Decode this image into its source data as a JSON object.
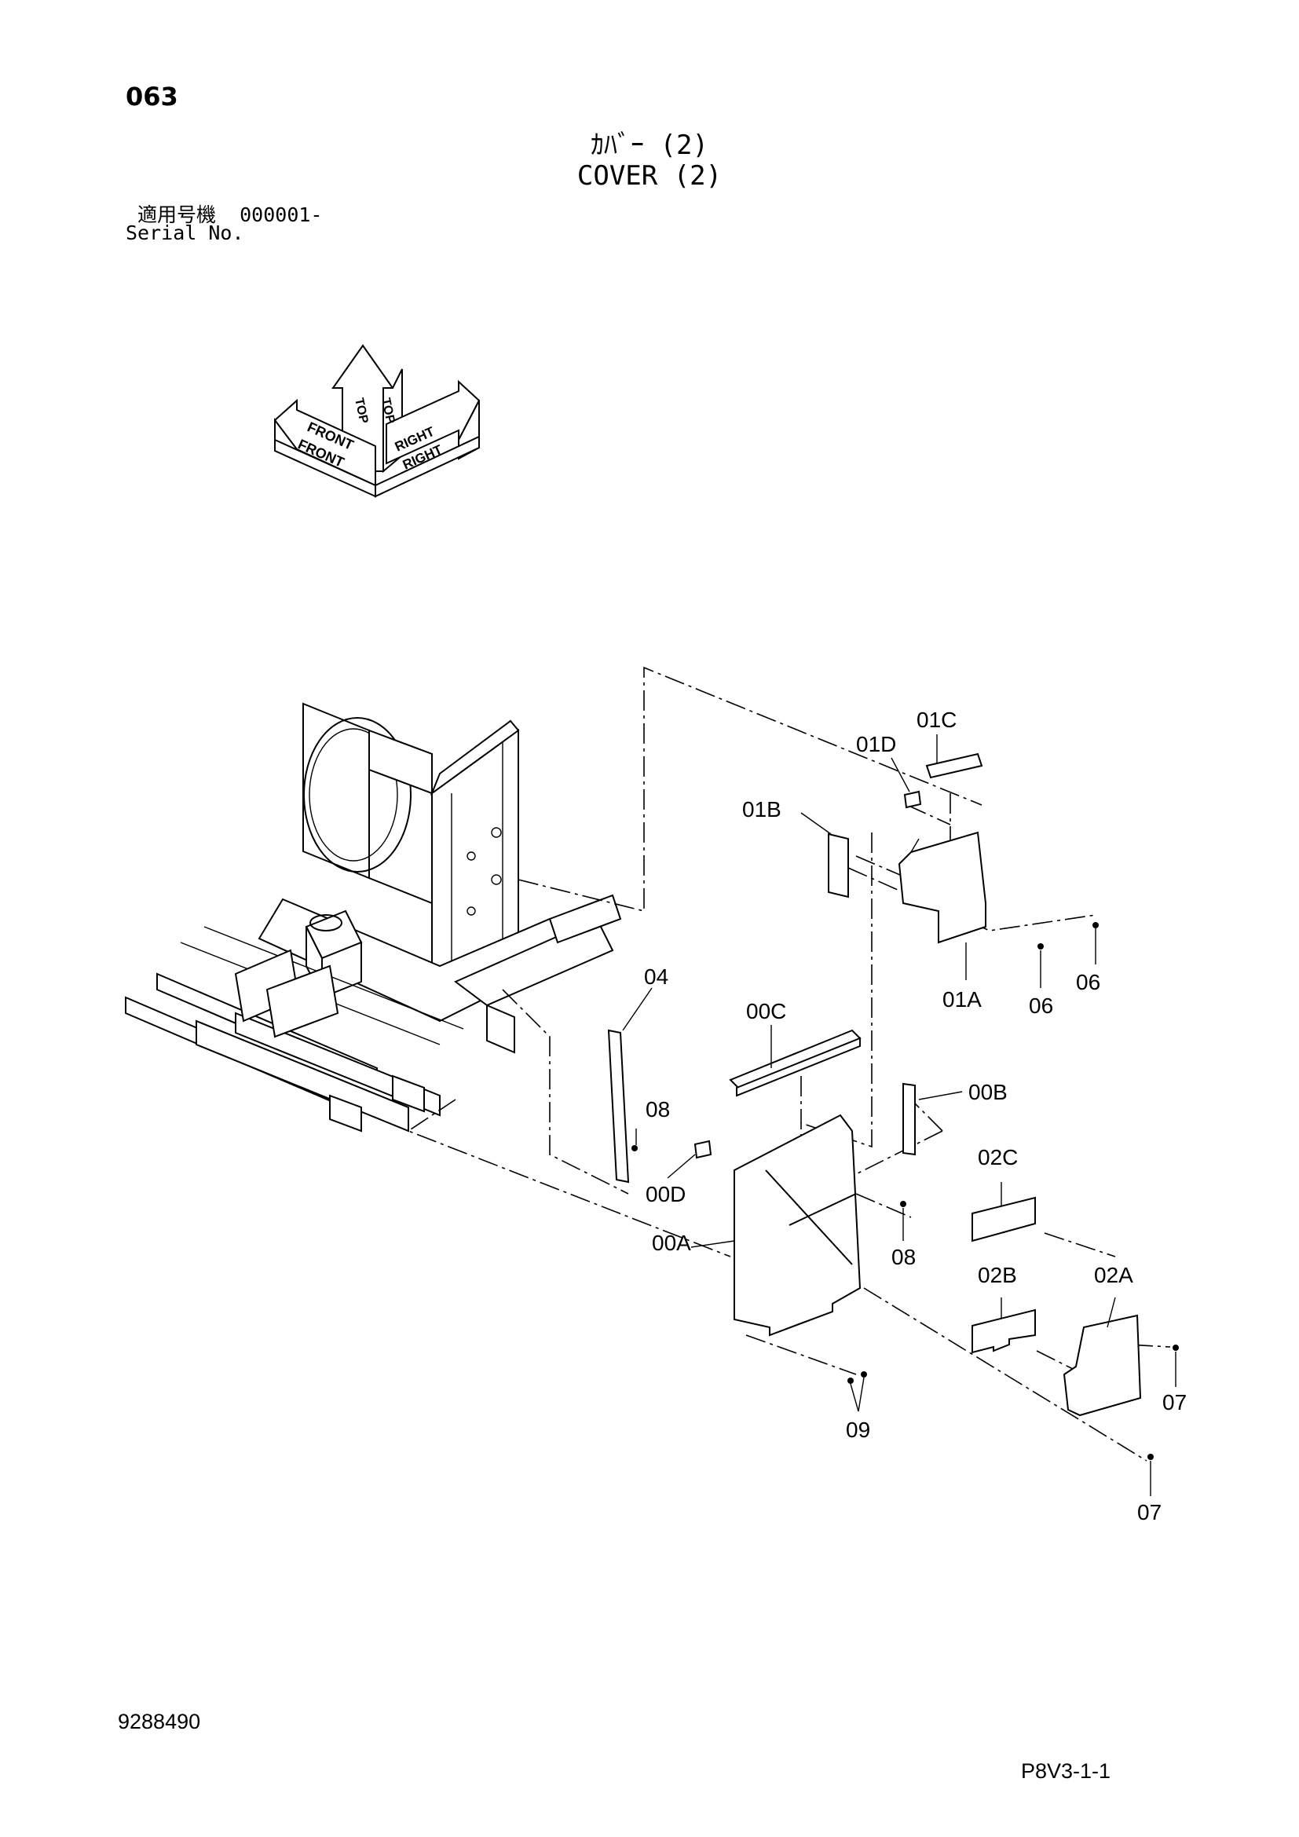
{
  "header": {
    "page_number": "063",
    "title_jp": "ｶﾊﾞｰ (2)",
    "title_en": "COVER (2)",
    "serial_label_jp": "適用号機",
    "serial_value": "000001-",
    "serial_label_en": "Serial No."
  },
  "orientation": {
    "front_top": "FRONT",
    "front_side": "FRONT",
    "top_a": "TOP",
    "top_b": "TOP",
    "right_top": "RIGHT",
    "right_side": "RIGHT"
  },
  "callouts": {
    "c01C": "01C",
    "c01D": "01D",
    "c01B": "01B",
    "c01A": "01A",
    "c06a": "06",
    "c06b": "06",
    "c04": "04",
    "c00C": "00C",
    "c00B": "00B",
    "c08a": "08",
    "c08b": "08",
    "c00D": "00D",
    "c00A": "00A",
    "c02C": "02C",
    "c02B": "02B",
    "c02A": "02A",
    "c07a": "07",
    "c07b": "07",
    "c09": "09"
  },
  "footer": {
    "drawing_number": "9288490",
    "page_code": "P8V3-1-1"
  }
}
